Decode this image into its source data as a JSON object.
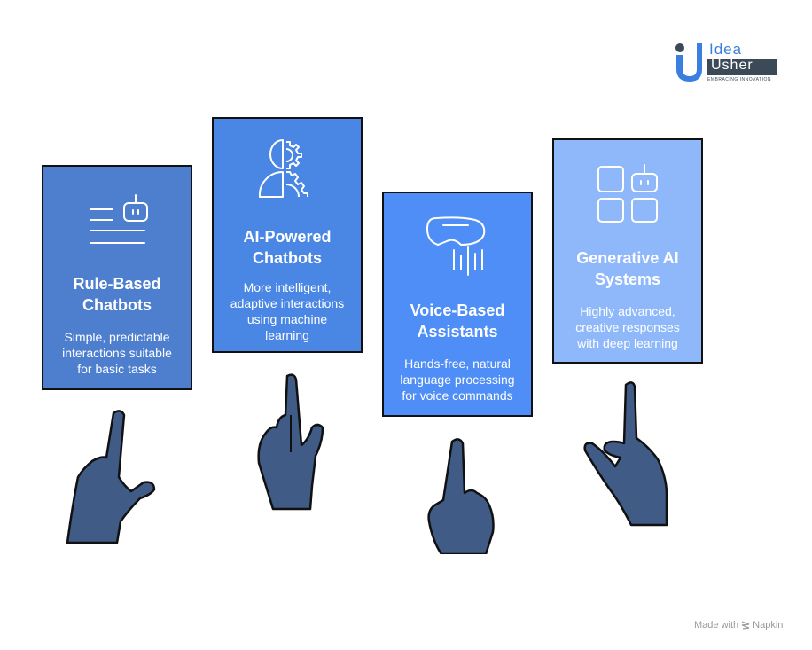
{
  "logo": {
    "line1": "Idea",
    "line2": "Usher",
    "tagline": "EMBRACING INNOVATION",
    "colors": {
      "primary": "#2f6fd6",
      "dark": "#3c4a57"
    }
  },
  "cards": [
    {
      "id": "rule-based",
      "title_line1": "Rule-Based",
      "title_line2": "Chatbots",
      "desc_line1": "Simple, predictable",
      "desc_line2": "interactions suitable",
      "desc_line3": "for basic tasks",
      "desc_line4": "",
      "icon": "robot-chat-lines-icon",
      "color": "#4e7fcf"
    },
    {
      "id": "ai-powered",
      "title_line1": "AI-Powered",
      "title_line2": "Chatbots",
      "desc_line1": "More intelligent,",
      "desc_line2": "adaptive interactions",
      "desc_line3": "using machine",
      "desc_line4": "learning",
      "icon": "head-gears-icon",
      "color": "#4a86e4"
    },
    {
      "id": "voice-based",
      "title_line1": "Voice-Based",
      "title_line2": "Assistants",
      "desc_line1": "Hands-free, natural",
      "desc_line2": "language processing",
      "desc_line3": "for voice commands",
      "desc_line4": "",
      "icon": "voice-bubble-icon",
      "color": "#4f8ef7"
    },
    {
      "id": "generative",
      "title_line1": "Generative AI",
      "title_line2": "Systems",
      "desc_line1": "Highly advanced,",
      "desc_line2": "creative responses",
      "desc_line3": "with deep learning",
      "desc_line4": "",
      "icon": "grid-robot-icon",
      "color": "#8fb8fb"
    }
  ],
  "hand_color": "#3f5b86",
  "footer": {
    "made_with": "Made with",
    "brand": "Napkin"
  }
}
